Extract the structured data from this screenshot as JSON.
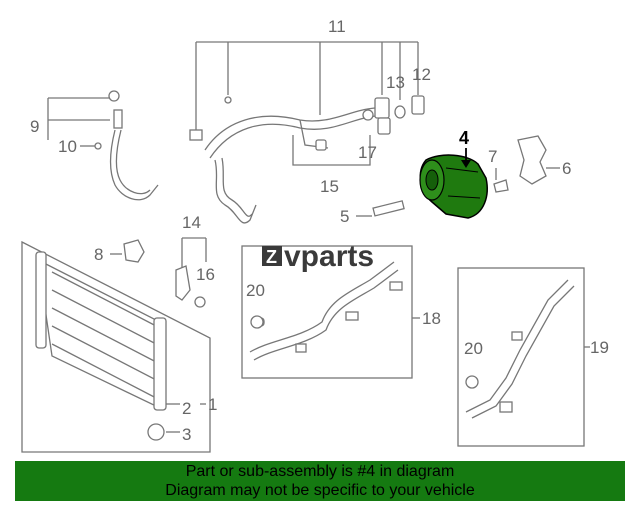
{
  "logo": {
    "mark": "Z",
    "text": "vparts"
  },
  "callouts": {
    "c1": "1",
    "c2": "2",
    "c3": "3",
    "c4": "4",
    "c5": "5",
    "c6": "6",
    "c7": "7",
    "c8": "8",
    "c9": "9",
    "c10": "10",
    "c11": "11",
    "c12": "12",
    "c13": "13",
    "c14": "14",
    "c15": "15",
    "c16": "16",
    "c17": "17",
    "c18": "18",
    "c19": "19",
    "c20a": "20",
    "c20b": "20"
  },
  "highlight": {
    "part_number": "4",
    "color": "#1f7a0f"
  },
  "footer": {
    "line1": "Part or sub-assembly is #4 in diagram",
    "line2": "Diagram may not be specific to your vehicle",
    "background": "#157a11"
  }
}
